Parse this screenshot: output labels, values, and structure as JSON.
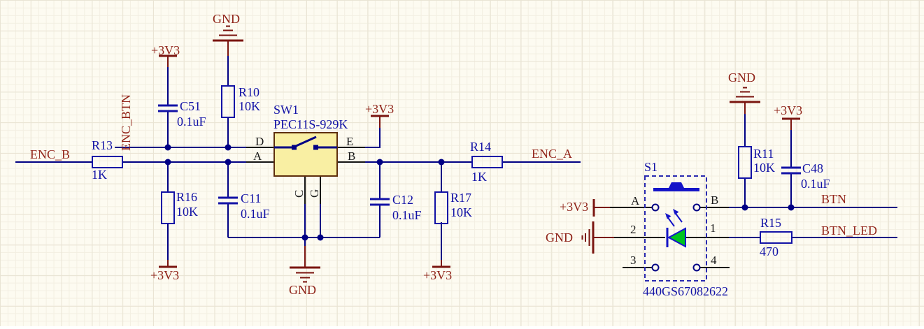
{
  "power": {
    "v33": "+3V3",
    "gnd": "GND"
  },
  "nets": {
    "enc_b": "ENC_B",
    "enc_btn": "ENC_BTN",
    "enc_a": "ENC_A",
    "btn": "BTN",
    "btn_led": "BTN_LED"
  },
  "encoder": {
    "sw1": {
      "designator": "SW1",
      "part": "PEC11S-929K",
      "pins": {
        "d": "D",
        "a": "A",
        "e": "E",
        "b": "B",
        "c": "C",
        "g": "G"
      }
    },
    "r13": {
      "designator": "R13",
      "value": "1K"
    },
    "r14": {
      "designator": "R14",
      "value": "1K"
    },
    "r10": {
      "designator": "R10",
      "value": "10K"
    },
    "r16": {
      "designator": "R16",
      "value": "10K"
    },
    "r17": {
      "designator": "R17",
      "value": "10K"
    },
    "c51": {
      "designator": "C51",
      "value": "0.1uF"
    },
    "c11": {
      "designator": "C11",
      "value": "0.1uF"
    },
    "c12": {
      "designator": "C12",
      "value": "0.1uF"
    }
  },
  "button": {
    "s1": {
      "designator": "S1",
      "part": "440GS67082622",
      "pins": {
        "a": "A",
        "b": "B",
        "p1": "1",
        "p2": "2",
        "p3": "3",
        "p4": "4"
      }
    },
    "r11": {
      "designator": "R11",
      "value": "10K"
    },
    "r15": {
      "designator": "R15",
      "value": "470"
    },
    "c48": {
      "designator": "C48",
      "value": "0.1uF"
    }
  },
  "colors": {
    "wire": "#000084",
    "pin_line": "#141414",
    "component_text": "#1212A6",
    "net_label": "#94271C",
    "power_symbol": "#7A1510",
    "body_fill": "#F9EFA3",
    "body_border": "#5E2F0D",
    "led_green": "#00C41E",
    "symbol_blue": "#1414C8"
  }
}
